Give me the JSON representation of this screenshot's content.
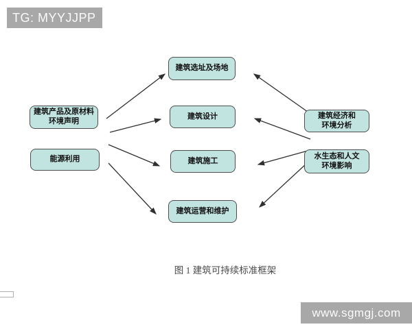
{
  "watermarks": {
    "top": "TG: MYYJJPP",
    "bottom": "www.sgmgj.com",
    "bar_color": "#a8a8a8",
    "text_color": "#fafafa"
  },
  "diagram": {
    "caption": "图 1 建筑可持续标准框架",
    "colors": {
      "box_fill": "#c2e4e1",
      "box_border": "#4d4d4d",
      "arrow": "#2f2f2f",
      "caption_text": "#4a4a4a"
    },
    "nodes": {
      "left_top": {
        "label": "建筑产品及原材料\n环境声明"
      },
      "left_bottom": {
        "label": "能源利用"
      },
      "center_site": {
        "label": "建筑选址及场地"
      },
      "center_design": {
        "label": "建筑设计"
      },
      "center_construction": {
        "label": "建筑施工"
      },
      "center_operation": {
        "label": "建筑运营和维护"
      },
      "right_top": {
        "label": "建筑经济和\n环境分析"
      },
      "right_bottom": {
        "label": "水生态和人文\n环境影响"
      }
    },
    "edges": [
      "left-group -> center_site",
      "left-group -> center_design",
      "left-group -> center_construction",
      "left-group -> center_operation",
      "right-group -> center_site",
      "right-group -> center_design",
      "right-group -> center_construction",
      "right-group -> center_operation"
    ]
  }
}
